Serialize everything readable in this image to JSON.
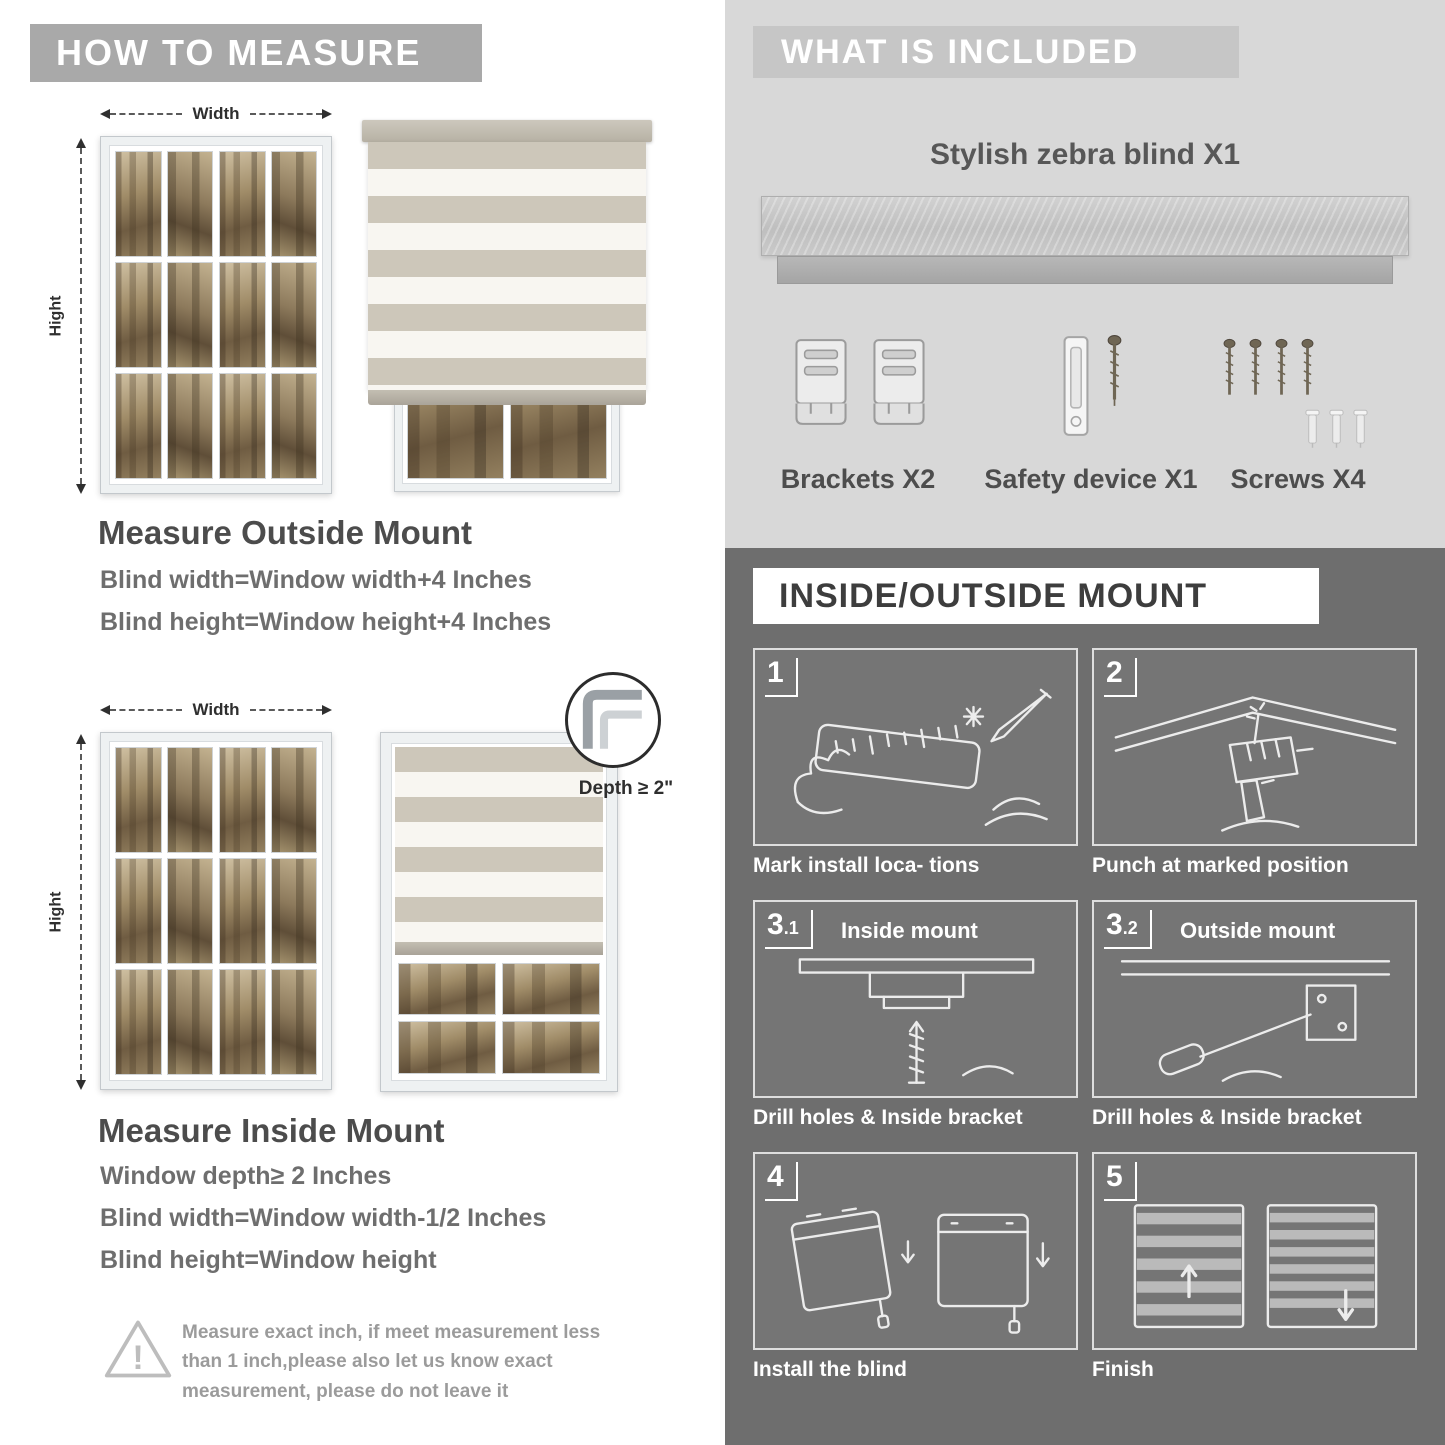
{
  "labels": {
    "width": "Width",
    "height": "Hight",
    "depth": "Depth ≥ 2\""
  },
  "left": {
    "header": "HOW TO MEASURE",
    "outside": {
      "title": "Measure Outside Mount",
      "lines": [
        "Blind width=Window width+4 Inches",
        "Blind height=Window height+4 Inches"
      ]
    },
    "inside": {
      "title": "Measure Inside Mount",
      "lines": [
        "Window depth≥ 2 Inches",
        "Blind width=Window width-1/2 Inches",
        "Blind height=Window height"
      ]
    },
    "warning": {
      "mark": "!",
      "text": "Measure exact inch, if meet measurement less than 1 inch,please also let us know exact measurement, please do not leave it"
    }
  },
  "included": {
    "header": "WHAT IS INCLUDED",
    "blind_label": "Stylish zebra blind X1",
    "items": [
      {
        "icon": "brackets-icon",
        "label": "Brackets X2"
      },
      {
        "icon": "safety-device-icon",
        "label": "Safety device X1"
      },
      {
        "icon": "screws-icon",
        "label": "Screws X4"
      }
    ]
  },
  "mount": {
    "header": "INSIDE/OUTSIDE MOUNT",
    "steps": [
      {
        "num": "1",
        "sub": "",
        "title": "",
        "caption": "Mark install loca- tions"
      },
      {
        "num": "2",
        "sub": "",
        "title": "",
        "caption": "Punch at  marked position"
      },
      {
        "num": "3",
        "sub": ".1",
        "title": "Inside mount",
        "caption": "Drill holes &  Inside bracket"
      },
      {
        "num": "3",
        "sub": ".2",
        "title": "Outside mount",
        "caption": "Drill holes &  Inside bracket"
      },
      {
        "num": "4",
        "sub": "",
        "title": "",
        "caption": "Install the blind"
      },
      {
        "num": "5",
        "sub": "",
        "title": "",
        "caption": "Finish"
      }
    ]
  },
  "colors": {
    "left_header_bar": "#a9a9a9",
    "included_bg": "#d8d8d8",
    "included_header_bar": "#c6c6c6",
    "mount_bg": "#6e6e6e",
    "heading_text": "#4c4c4c",
    "body_text": "#6e6e6e",
    "stripe_gray": "#cdc7ba",
    "stripe_white": "#f8f6f1"
  }
}
